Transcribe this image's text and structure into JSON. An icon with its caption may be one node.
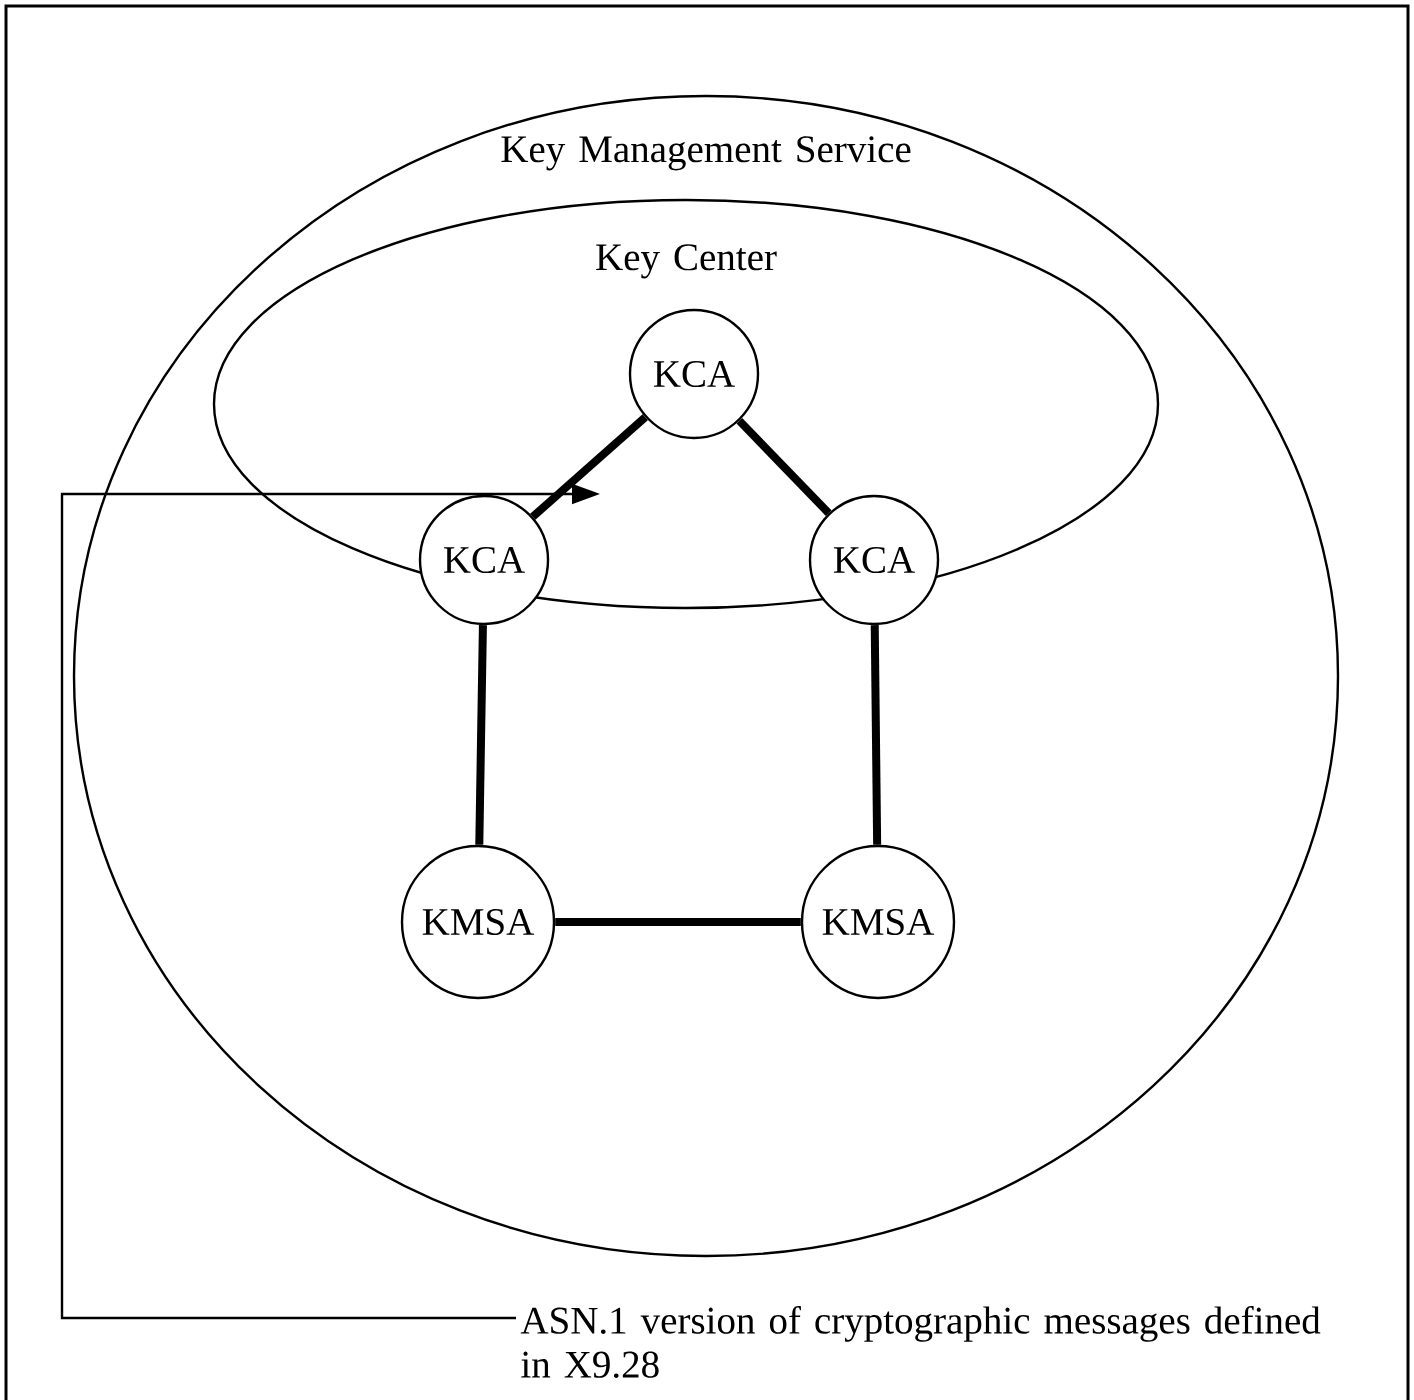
{
  "diagram": {
    "nodes": [
      {
        "text": [
          "Key Management Service"
        ]
      },
      {
        "text": [
          "Key Center"
        ],
        "in": 0
      },
      {
        "text": [
          "KCA"
        ],
        "in": 1
      },
      {
        "text": [
          "KCA"
        ],
        "in": 1
      },
      {
        "text": [
          "KCA"
        ],
        "in": 1
      },
      {
        "text": [
          "KMSA"
        ],
        "in": 0
      },
      {
        "text": [
          "KMSA"
        ],
        "in": 0
      },
      {
        "text": [
          "ASN.1 version of cryptographic messages defined in X9.28"
        ]
      }
    ],
    "edges": [
      {
        "from": 2,
        "to": 3,
        "arrow": "none"
      },
      {
        "from": 2,
        "to": 4,
        "arrow": "none"
      },
      {
        "from": 3,
        "to": 5,
        "arrow": "none"
      },
      {
        "from": 4,
        "to": 6,
        "arrow": "none"
      },
      {
        "from": 5,
        "to": 6,
        "arrow": "none"
      },
      {
        "from": 7,
        "to": null,
        "arrow": "to"
      }
    ]
  }
}
